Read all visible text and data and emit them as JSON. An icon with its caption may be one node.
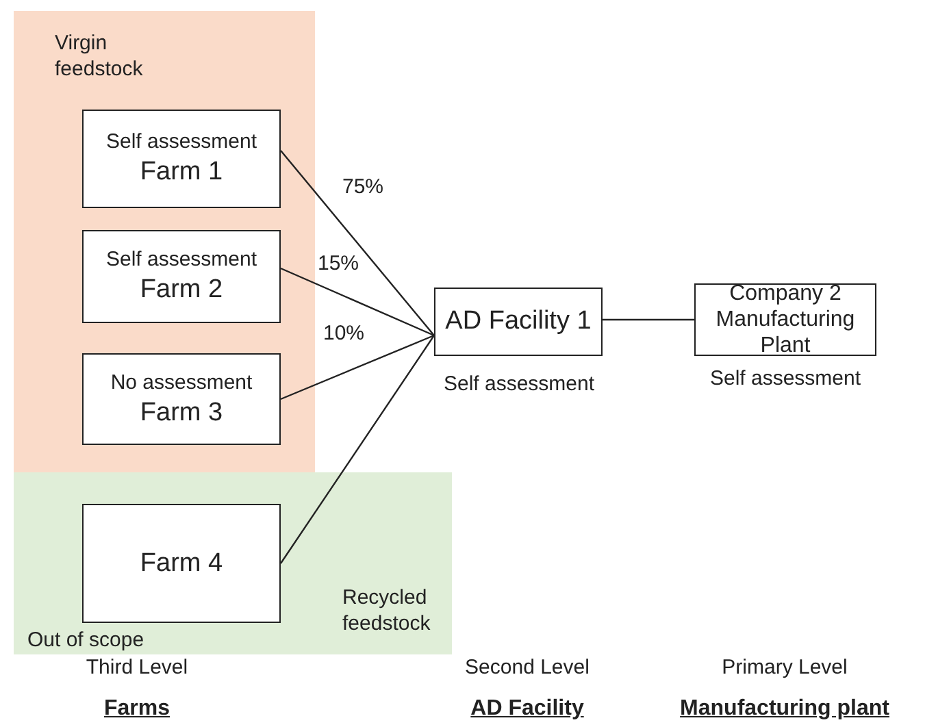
{
  "diagram": {
    "nodes": [
      {
        "text": [
          "Virgin feedstock"
        ]
      },
      {
        "text": [
          "Self assessment",
          "Farm 1"
        ],
        "in": 0
      },
      {
        "text": [
          "Self assessment",
          "Farm 2"
        ],
        "in": 0
      },
      {
        "text": [
          "No assessment",
          "Farm 3"
        ],
        "in": 0
      },
      {
        "text": [
          "Out of scope",
          "Recycled feedstock"
        ]
      },
      {
        "text": [
          "Farm 4"
        ],
        "in": 4
      },
      {
        "text": [
          "AD Facility 1"
        ],
        "beside": [
          "Self assessment"
        ]
      },
      {
        "text": [
          "Company 2 Manufacturing Plant"
        ],
        "beside": [
          "Self assessment"
        ]
      }
    ],
    "edges": [
      {
        "from": 1,
        "to": 6,
        "arrow": "none",
        "label": "75%"
      },
      {
        "from": 2,
        "to": 6,
        "arrow": "none",
        "label": "15%"
      },
      {
        "from": 3,
        "to": 6,
        "arrow": "none",
        "label": "10%"
      },
      {
        "from": 5,
        "to": 6,
        "arrow": "none"
      },
      {
        "from": 6,
        "to": 7,
        "arrow": "none"
      }
    ],
    "labels": [
      "Third Level",
      "Second Level",
      "Primary Level",
      "Farms",
      "AD Facility",
      "Manufacturing plant"
    ]
  }
}
